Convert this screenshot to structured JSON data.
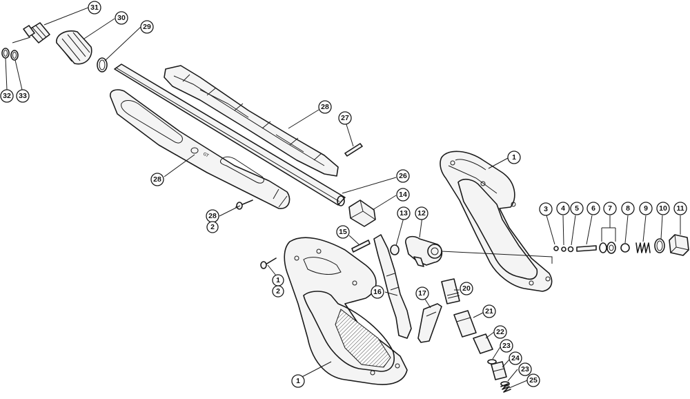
{
  "callouts": [
    {
      "label": "31"
    },
    {
      "label": "30"
    },
    {
      "label": "29"
    },
    {
      "label": "32"
    },
    {
      "label": "33"
    },
    {
      "label": "28"
    },
    {
      "label": "27"
    },
    {
      "label": "28"
    },
    {
      "label": "26"
    },
    {
      "label": "14"
    },
    {
      "label": "28"
    },
    {
      "label": "2"
    },
    {
      "label": "15"
    },
    {
      "label": "13"
    },
    {
      "label": "12"
    },
    {
      "label": "1"
    },
    {
      "label": "2"
    },
    {
      "label": "16"
    },
    {
      "label": "17"
    },
    {
      "label": "20"
    },
    {
      "label": "21"
    },
    {
      "label": "22"
    },
    {
      "label": "23"
    },
    {
      "label": "24"
    },
    {
      "label": "23"
    },
    {
      "label": "25"
    },
    {
      "label": "1"
    },
    {
      "label": "1"
    },
    {
      "label": "3"
    },
    {
      "label": "4"
    },
    {
      "label": "5"
    },
    {
      "label": "6"
    },
    {
      "label": "7"
    },
    {
      "label": "8"
    },
    {
      "label": "9"
    },
    {
      "label": "10"
    },
    {
      "label": "11"
    }
  ],
  "handle_marking": "GT"
}
